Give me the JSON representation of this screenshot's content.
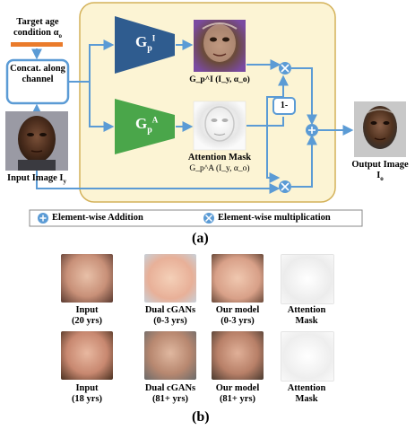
{
  "diagram": {
    "target_age_label": "Target age condition α",
    "target_age_sub": "o",
    "concat_label": "Concat. along channel",
    "input_label": "Input Image I",
    "input_sub": "y",
    "generator_I": {
      "main": "G",
      "sub": "p",
      "sup": "I"
    },
    "generator_A": {
      "main": "G",
      "sub": "p",
      "sup": "A"
    },
    "gpi_output_label": "G_p^I (I_y, α_o)",
    "attention_title": "Attention Mask",
    "attention_formula": "G_p^A (I_y, α_o)",
    "one_minus": "1-",
    "output_label": "Output Image I",
    "output_sub": "o"
  },
  "legend": {
    "addition": "Element-wise Addition",
    "multiplication": "Element-wise multiplication"
  },
  "panel_a_label": "(a)",
  "panel_b_label": "(b)",
  "examples": {
    "row1": [
      {
        "line1": "Input",
        "line2": "(20 yrs)"
      },
      {
        "line1": "Dual cGANs",
        "line2": "(0-3 yrs)"
      },
      {
        "line1": "Our model",
        "line2": "(0-3 yrs)"
      },
      {
        "line1": "Attention",
        "line2": "Mask"
      }
    ],
    "row2": [
      {
        "line1": "Input",
        "line2": "(18 yrs)"
      },
      {
        "line1": "Dual cGANs",
        "line2": "(81+ yrs)"
      },
      {
        "line1": "Our model",
        "line2": "(81+ yrs)"
      },
      {
        "line1": "Attention",
        "line2": "Mask"
      }
    ]
  },
  "colors": {
    "panel_fill": "#fcf4d4",
    "panel_border": "#d4b25a",
    "arrow_blue": "#5b9bd5",
    "generator_I": "#2f5c8f",
    "generator_A": "#4aa64a",
    "target_bar": "#ea7b2b"
  }
}
